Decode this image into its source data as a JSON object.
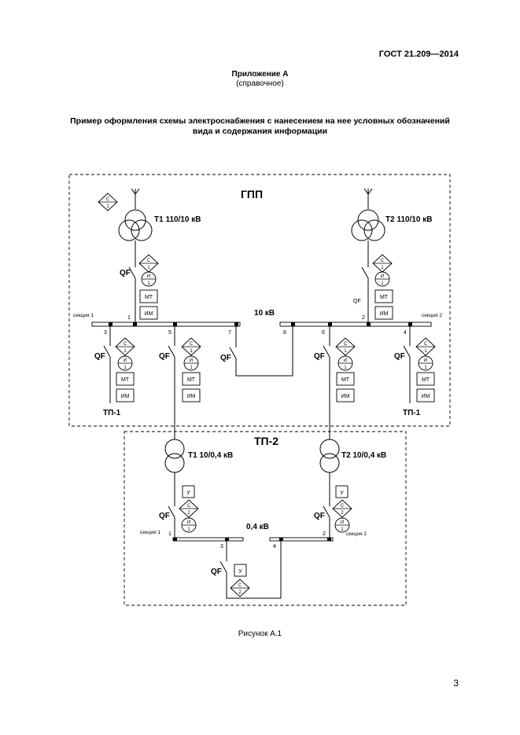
{
  "header": {
    "standard": "ГОСТ 21.209—2014"
  },
  "appendix": {
    "title": "Приложение А",
    "note": "(справочное)"
  },
  "title": {
    "line1": "Пример оформления схемы электроснабжения с нанесением на нее условных обозначений",
    "line2": "вида и содержания информации"
  },
  "diagram": {
    "gpp": "ГПП",
    "tp2": "ТП-2",
    "t1_gpp": "Т1  110/10 кВ",
    "t2_gpp": "Т2  110/10 кВ",
    "t1_tp": "Т1  10/0,4 кВ",
    "t2_tp": "Т2  10/0,4 кВ",
    "bus_10": "10 кВ",
    "bus_04": "0,4 кВ",
    "section1": "секция 1",
    "section2": "секция 2",
    "qf": "QF",
    "tp1": "ТП-1",
    "mt": "МТ",
    "im": "ИМ",
    "u": "У",
    "c": "С",
    "i": "И",
    "one": "1",
    "two": "2",
    "n1": "1",
    "n2": "2",
    "n3": "3",
    "n4": "4",
    "n5": "5",
    "n6": "6",
    "n7": "7",
    "n8": "8"
  },
  "caption": "Рисунок А.1",
  "page_number": "3"
}
